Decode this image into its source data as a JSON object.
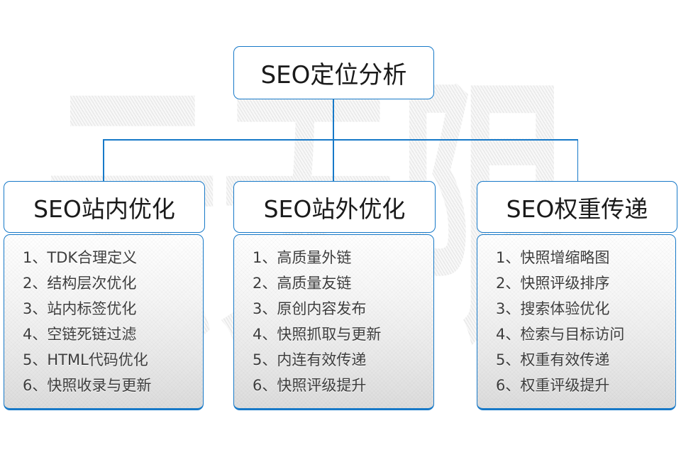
{
  "colors": {
    "accent_blue": "#1779c8",
    "heading_text": "#1a1a1a",
    "list_text": "#3d3d3d",
    "panel_gradient_top": "#ffffff",
    "panel_gradient_bottom": "#dcdcdc",
    "watermark_gray": "#e9e9e9"
  },
  "watermark": {
    "text": "云无限"
  },
  "root": {
    "title": "SEO定位分析"
  },
  "columns": [
    {
      "header": "SEO站内优化",
      "items": [
        "1、TDK合理定义",
        "2、结构层次优化",
        "3、站内标签优化",
        "4、空链死链过滤",
        "5、HTML代码优化",
        "6、快照收录与更新"
      ]
    },
    {
      "header": "SEO站外优化",
      "items": [
        "1、高质量外链",
        "2、高质量友链",
        "3、原创内容发布",
        "4、快照抓取与更新",
        "5、内连有效传递",
        "6、快照评级提升"
      ]
    },
    {
      "header": "SEO权重传递",
      "items": [
        "1、快照增缩略图",
        "2、快照评级排序",
        "3、搜索体验优化",
        "4、检索与目标访问",
        "5、权重有效传递",
        "6、权重评级提升"
      ]
    }
  ]
}
